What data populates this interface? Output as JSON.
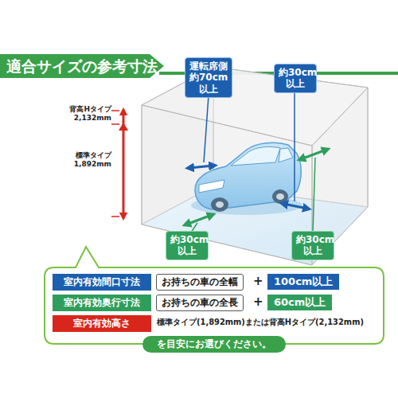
{
  "diagram": {
    "title": "適合サイズの参考寸法",
    "nodes": [
      {
        "text": [
          "運転席側 約70cm 以上"
        ]
      },
      {
        "text": [
          "約30cm 以上"
        ]
      },
      {
        "text": [
          "約30cm 以上"
        ]
      },
      {
        "text": [
          "約30cm 以上"
        ]
      },
      {
        "text": [
          "室内有効間口寸法"
        ]
      },
      {
        "text": [
          "お持ちの車の全幅"
        ]
      },
      {
        "text": [
          "100cm以上"
        ]
      },
      {
        "text": [
          "室内有効奥行寸法"
        ]
      },
      {
        "text": [
          "お持ちの車の全長"
        ]
      },
      {
        "text": [
          "60cm以上"
        ]
      },
      {
        "text": [
          "室内有効高さ"
        ]
      },
      {
        "text": [
          "を目安にお選びください。"
        ]
      }
    ],
    "labels": [
      "背高Hタイプ 2,132mm",
      "標準タイプ 1,892mm",
      "+",
      "+",
      "標準タイプ(1,892mm)または背高Hタイプ(2,132mm)"
    ]
  }
}
